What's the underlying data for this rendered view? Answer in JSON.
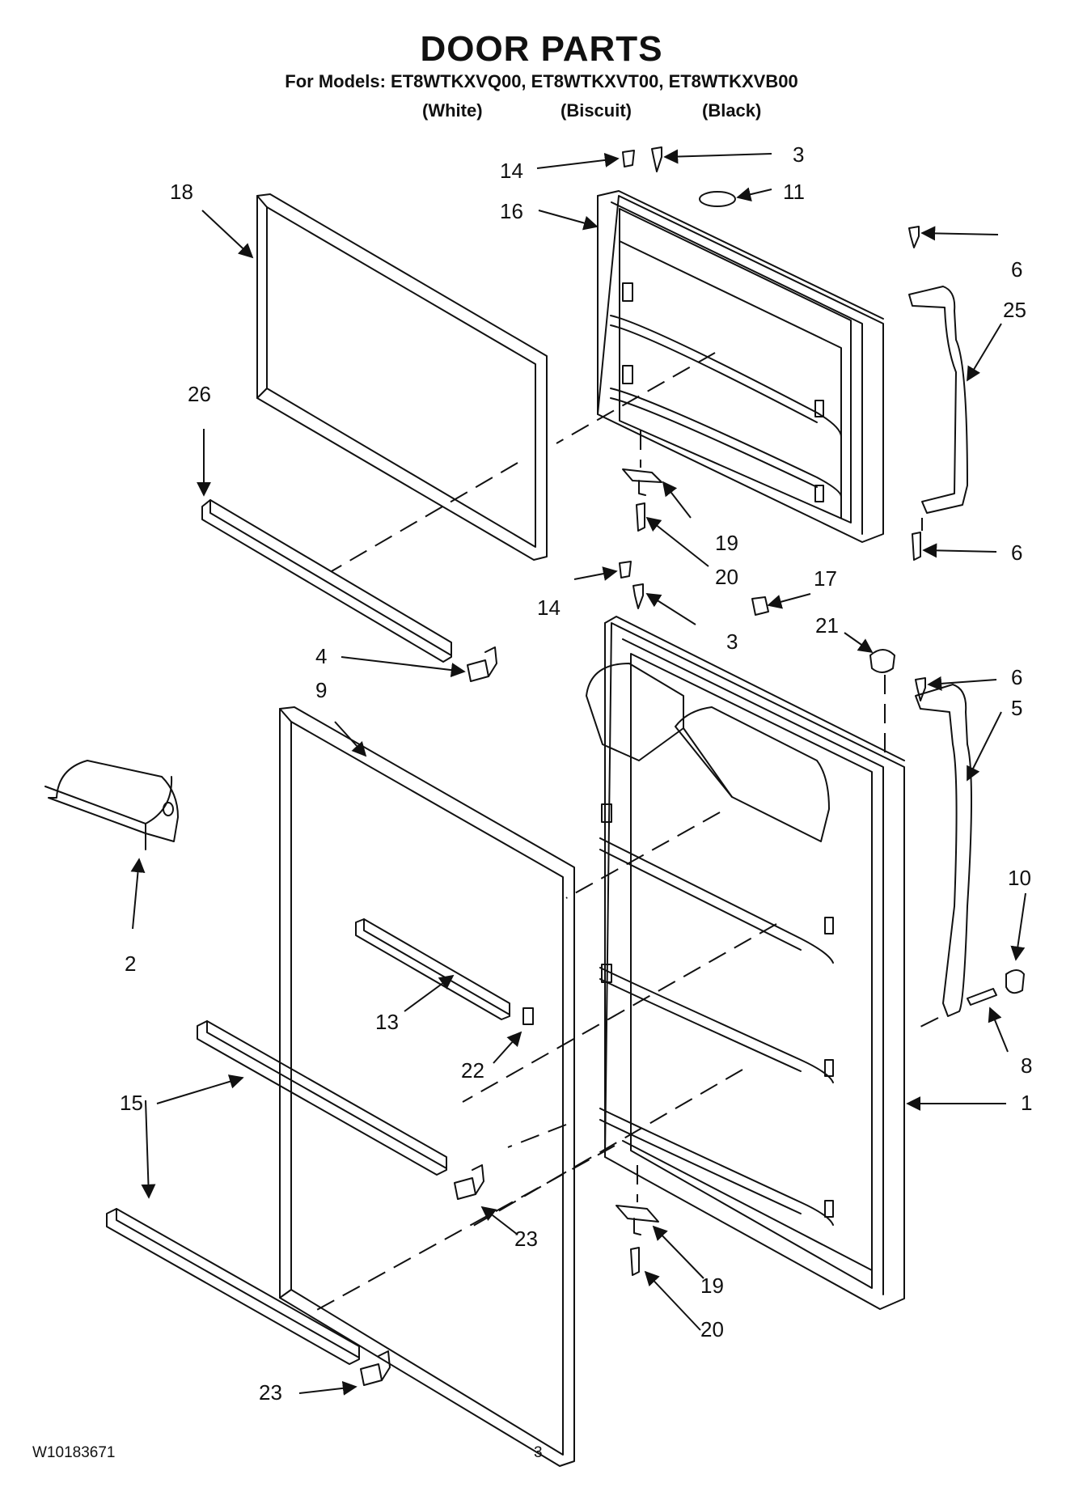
{
  "header": {
    "title": "DOOR PARTS",
    "models_line": "For Models: ET8WTKXVQ00, ET8WTKXVT00, ET8WTKXVB00",
    "colors": [
      "(White)",
      "(Biscuit)",
      "(Black)"
    ]
  },
  "callouts": {
    "c14a": "14",
    "c3a": "3",
    "c11": "11",
    "c16": "16",
    "c18": "18",
    "c6a": "6",
    "c25": "25",
    "c26": "26",
    "c19a": "19",
    "c20a": "20",
    "c6b": "6",
    "c14b": "14",
    "c3b": "3",
    "c17": "17",
    "c21": "21",
    "c6c": "6",
    "c5": "5",
    "c4": "4",
    "c9": "9",
    "c2": "2",
    "c10": "10",
    "c13": "13",
    "c22": "22",
    "c8": "8",
    "c15": "15",
    "c1": "1",
    "c23a": "23",
    "c19b": "19",
    "c20b": "20",
    "c23b": "23"
  },
  "footer": {
    "doc_number": "W10183671",
    "page_number": "3"
  }
}
